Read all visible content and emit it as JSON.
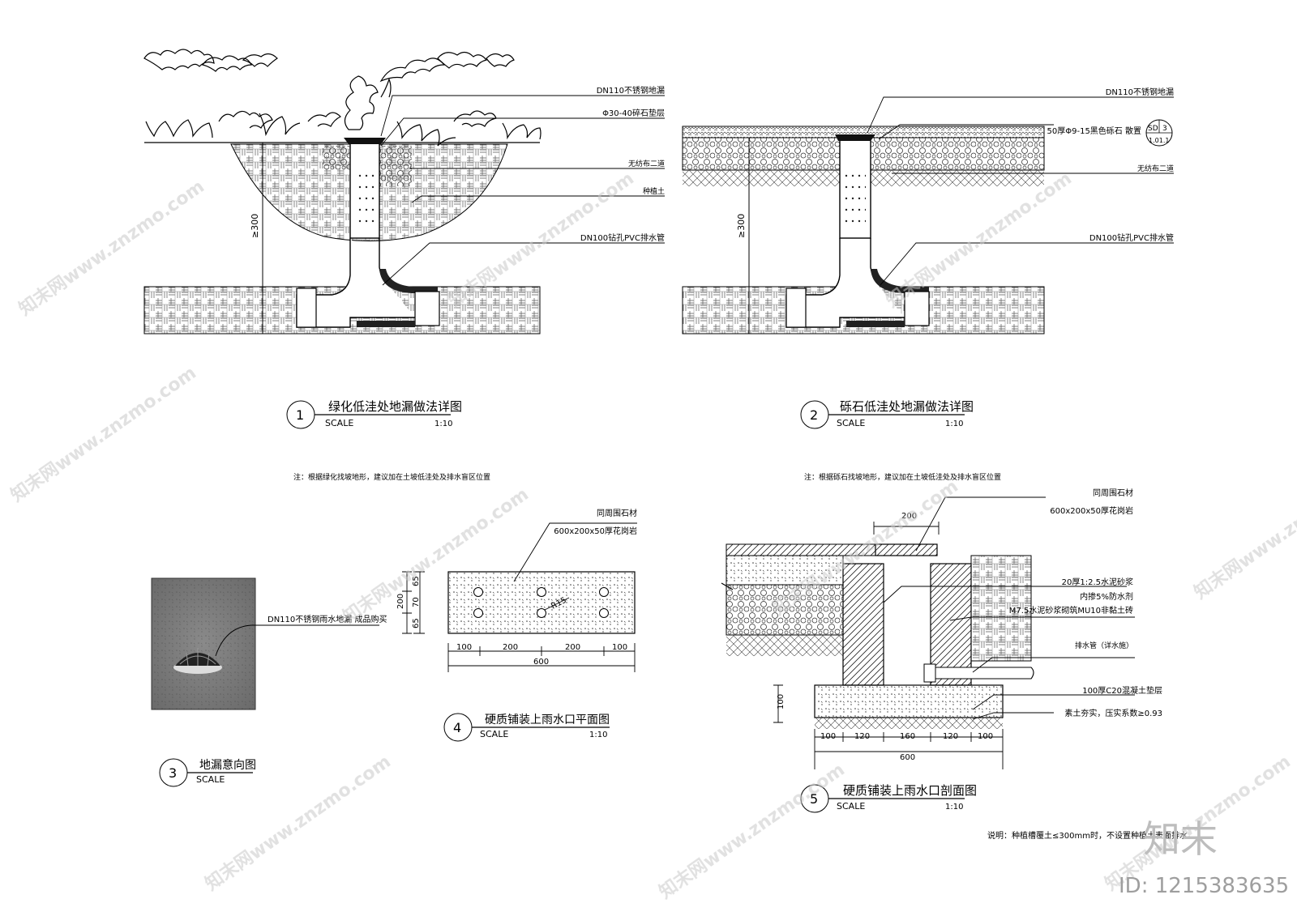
{
  "detail1": {
    "num": "1",
    "title": "绿化低洼处地漏做法详图",
    "scale_label": "SCALE",
    "scale": "1:10",
    "dim": "≥300",
    "labels": [
      "DN110不锈钢地漏",
      "Φ30-40碎石垫层",
      "无纺布二道",
      "种植土",
      "DN100钻孔PVC排水管"
    ],
    "note": "注：根据绿化找坡地形，建议加在土坡低洼处及排水盲区位置"
  },
  "detail2": {
    "num": "2",
    "title": "砾石低洼处地漏做法详图",
    "scale_label": "SCALE",
    "scale": "1:10",
    "dim": "≥300",
    "labels": [
      "DN110不锈钢地漏",
      "50厚Φ9-15黑色砾石  散置",
      "无纺布二道",
      "DN100钻孔PVC排水管"
    ],
    "ref": {
      "top": "SD",
      "num": "3",
      "bottom": "1.01.1"
    },
    "note": "注：根据砾石找坡地形，建议加在土坡低洼处及排水盲区位置"
  },
  "detail3": {
    "num": "3",
    "title": "地漏意向图",
    "scale_label": "SCALE",
    "label": "DN110不锈钢雨水地漏  成品购买"
  },
  "detail4": {
    "num": "4",
    "title": "硬质铺装上雨水口平面图",
    "scale_label": "SCALE",
    "scale": "1:10",
    "labels": [
      "同周围石材",
      "600x200x50厚花岗岩"
    ],
    "radius": "R15",
    "dims_v": [
      "200",
      "65",
      "70",
      "65"
    ],
    "dims_h": [
      "100",
      "200",
      "200",
      "100"
    ],
    "total": "600"
  },
  "detail5": {
    "num": "5",
    "title": "硬质铺装上雨水口剖面图",
    "scale_label": "SCALE",
    "scale": "1:10",
    "top_dim": "200",
    "labels": [
      "同周围石材",
      "600x200x50厚花岗岩",
      "20厚1:2.5水泥砂浆",
      "内掺5%防水剂",
      "M7.5水泥砂浆砌筑MU10非黏土砖",
      "排水管（详水施）",
      "100厚C20混凝土垫层",
      "素土夯实，压实系数≥0.93"
    ],
    "left_dim": "100",
    "dims_h": [
      "100",
      "120",
      "160",
      "120",
      "100"
    ],
    "total": "600"
  },
  "footer_note": "说明：种植槽覆土≤300mm时，不设置种植土表面排水。",
  "brand": "知末",
  "id_text": "ID: 1215383635",
  "watermark": "知末网www.znzmo.com"
}
